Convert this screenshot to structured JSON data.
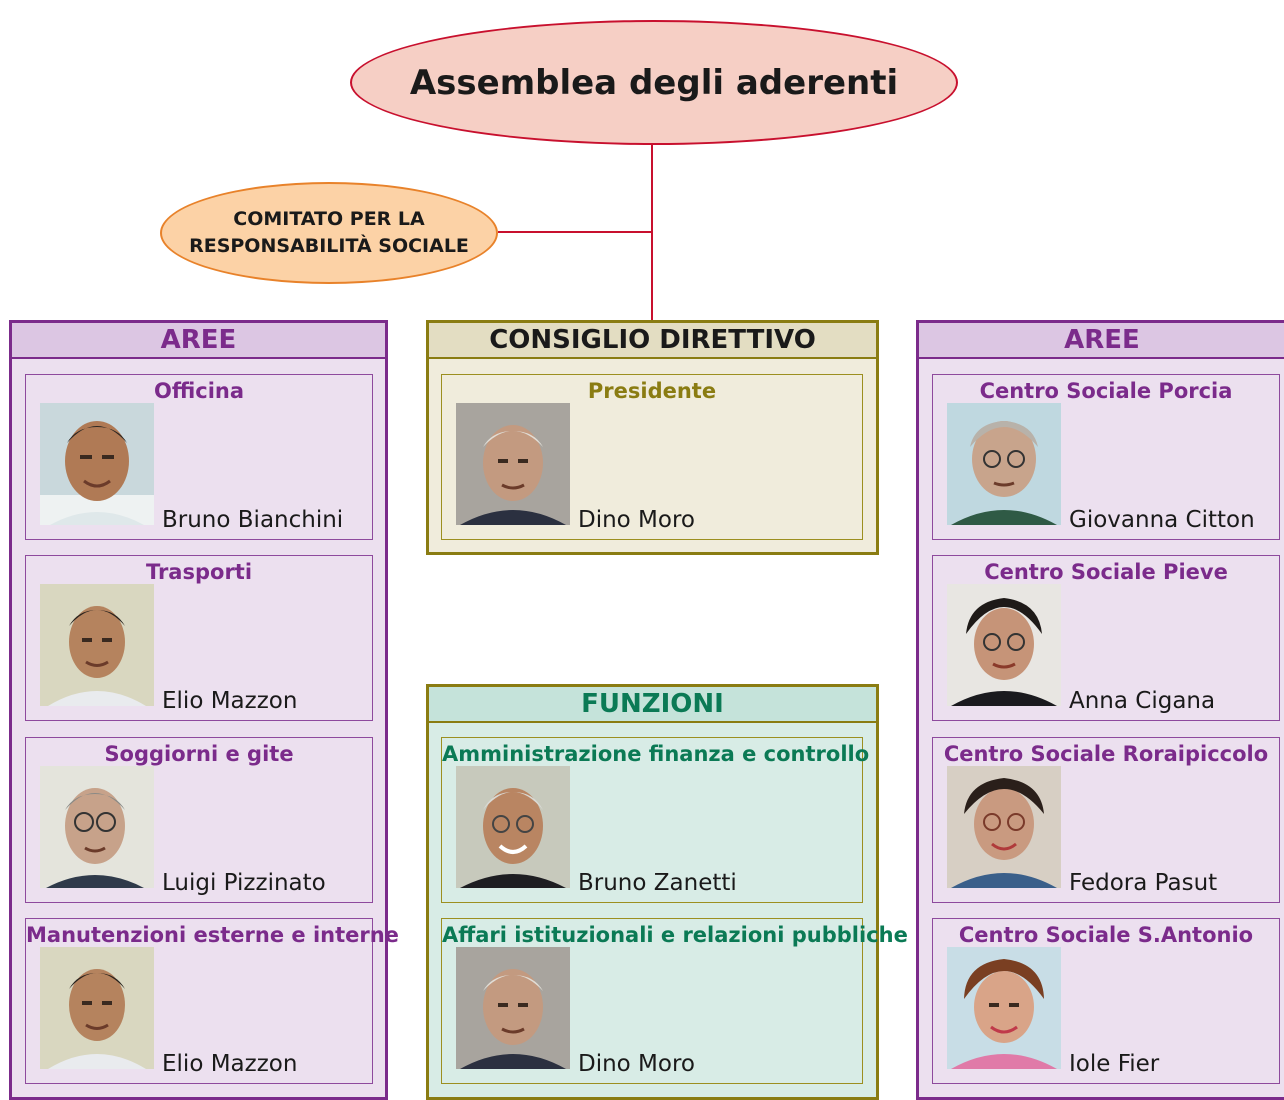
{
  "assemblea": "Assemblea degli aderenti",
  "comitato": {
    "line1": "COMITATO PER LA",
    "line2": "RESPONSABILITÀ SOCIALE"
  },
  "left_aree": {
    "header": "AREE",
    "cards": [
      {
        "title": "Officina",
        "name": "Bruno Bianchini"
      },
      {
        "title": "Trasporti",
        "name": "Elio Mazzon"
      },
      {
        "title": "Soggiorni e gite",
        "name": "Luigi Pizzinato"
      },
      {
        "title": "Manutenzioni esterne e interne",
        "name": "Elio Mazzon"
      }
    ]
  },
  "consiglio": {
    "header": "CONSIGLIO DIRETTIVO",
    "card": {
      "title": "Presidente",
      "name": "Dino Moro"
    }
  },
  "funzioni": {
    "header": "FUNZIONI",
    "cards": [
      {
        "title": "Amministrazione finanza e controllo",
        "name": "Bruno Zanetti"
      },
      {
        "title": "Affari istituzionali e relazioni pubbliche",
        "name": "Dino Moro"
      }
    ]
  },
  "right_aree": {
    "header": "AREE",
    "cards": [
      {
        "title": "Centro Sociale Porcia",
        "name": "Giovanna Citton"
      },
      {
        "title": "Centro Sociale Pieve",
        "name": "Anna Cigana"
      },
      {
        "title": "Centro Sociale Roraipiccolo",
        "name": "Fedora Pasut"
      },
      {
        "title": "Centro Sociale S.Antonio",
        "name": "Iole Fier"
      }
    ]
  },
  "colors": {
    "connector": "#c8102e",
    "aree_border": "#7b2b8b",
    "consiglio_border": "#8a7c12",
    "funzioni_text": "#0b7a55"
  }
}
